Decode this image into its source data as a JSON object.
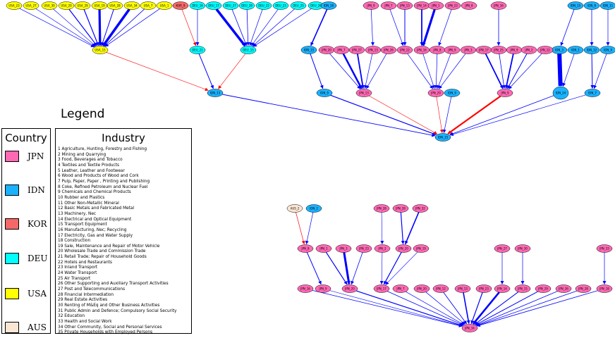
{
  "legend": {
    "title": "Legend"
  },
  "country_legend": {
    "title": "Country",
    "items": [
      {
        "label": "JPN",
        "color": "#ff69b4"
      },
      {
        "label": "IDN",
        "color": "#1ab2ff"
      },
      {
        "label": "KOR",
        "color": "#f56868"
      },
      {
        "label": "DEU",
        "color": "#00ffff"
      },
      {
        "label": "USA",
        "color": "#ffff00"
      },
      {
        "label": "AUS",
        "color": "#fbe6d3"
      }
    ]
  },
  "industry_legend": {
    "title": "Industry",
    "items": [
      "1 Agriculture, Hunting, Forestry and Fishing",
      "2 Mining and Quarrying",
      "3 Food, Beverages and Tobacco",
      "4 Textiles and Textile Products",
      "5 Leather, Leather and Footwear",
      "6 Wood and Products of Wood and Cork",
      "7 Pulp, Paper, Paper , Printing and Publishing",
      "8 Coke, Refined Petroleum and Nuclear Fuel",
      "9 Chemicals and Chemical Products",
      "10 Rubber and Plastics",
      "11 Other Non-Metallic Mineral",
      "12 Basic Metals and Fabricated Metal",
      "13 Machinery, Nec",
      "14 Electrical and Optical Equipment",
      "15 Transport Equipment",
      "16 Manufacturing, Nec; Recycling",
      "17 Electricity, Gas and Water Supply",
      "18 Construction",
      "19 Sale, Maintenance and Repair of Motor Vehicle",
      "20 Wholesale Trade and Commission Trade",
      "21 Retail Trade; Repair of Household Goods",
      "22 Hotels and Restaurants",
      "23 Inland Transport",
      "24 Water Transport",
      "25 Air Transport",
      "26 Other Supporting and Auxiliary Transport Activities",
      "27 Post and Telecommunications",
      "28 Financial Intermediation",
      "29 Real Estate Activities",
      "30 Renting of M&Eq and Other Business Activities",
      "31 Public Admin and Defence; Compulsory Social Security",
      "32 Education",
      "33 Health and Social Work",
      "34 Other Community, Social and Personal Services",
      "35 Private Households with Employed Persons"
    ]
  },
  "graph": {
    "colors": {
      "USA": "#ffff00",
      "DEU": "#00ffff",
      "KOR": "#f56868",
      "IDN": "#1ab2ff",
      "JPN": "#ff69b4",
      "AUS": "#fbe6d3",
      "edge_blue": "#0000ff",
      "edge_red": "#ff0000"
    },
    "nodes": [
      {
        "id": "u1",
        "label": "USA_23",
        "country": "USA"
      },
      {
        "id": "u2",
        "label": "USA_27",
        "country": "USA"
      },
      {
        "id": "u3",
        "label": "USA_30",
        "country": "USA"
      },
      {
        "id": "u4",
        "label": "USA_20",
        "country": "USA"
      },
      {
        "id": "u5",
        "label": "USA_29",
        "country": "USA"
      },
      {
        "id": "u6",
        "label": "USA_19",
        "country": "USA"
      },
      {
        "id": "u7",
        "label": "USA_28",
        "country": "USA"
      },
      {
        "id": "u8",
        "label": "USA_34",
        "country": "USA"
      },
      {
        "id": "u9",
        "label": "USA_7",
        "country": "USA"
      },
      {
        "id": "u10",
        "label": "USA_1",
        "country": "USA"
      },
      {
        "id": "u11",
        "label": "USA_15",
        "country": "USA"
      },
      {
        "id": "k1",
        "label": "KOR_9",
        "country": "KOR"
      },
      {
        "id": "d1",
        "label": "DEU_16",
        "country": "DEU"
      },
      {
        "id": "d2",
        "label": "DEU_17",
        "country": "DEU"
      },
      {
        "id": "d3",
        "label": "DEU_27",
        "country": "DEU"
      },
      {
        "id": "d4",
        "label": "DEU_28",
        "country": "DEU"
      },
      {
        "id": "d5",
        "label": "DEU_22",
        "country": "DEU"
      },
      {
        "id": "d6",
        "label": "DEU_23",
        "country": "DEU"
      },
      {
        "id": "d7",
        "label": "DEU_25",
        "country": "DEU"
      },
      {
        "id": "d8",
        "label": "DEU_26",
        "country": "DEU"
      },
      {
        "id": "d9",
        "label": "DEU_21",
        "country": "DEU"
      },
      {
        "id": "d10",
        "label": "DEU_15",
        "country": "DEU"
      },
      {
        "id": "i1",
        "label": "IDN_20",
        "country": "IDN"
      },
      {
        "id": "i2",
        "label": "IDN_15",
        "country": "IDN"
      },
      {
        "id": "i3",
        "label": "IDN_13",
        "country": "IDN"
      },
      {
        "id": "i4",
        "label": "IDN_9",
        "country": "IDN"
      },
      {
        "id": "i5",
        "label": "IDN_9",
        "country": "IDN"
      },
      {
        "id": "i6",
        "label": "IDN_15",
        "country": "IDN"
      },
      {
        "id": "i7",
        "label": "IDN_15",
        "country": "IDN"
      },
      {
        "id": "i8",
        "label": "IDN_8",
        "country": "IDN"
      },
      {
        "id": "i9",
        "label": "IDN_11",
        "country": "IDN"
      },
      {
        "id": "i10",
        "label": "IDN_3",
        "country": "IDN"
      },
      {
        "id": "i11",
        "label": "IDN_1",
        "country": "IDN"
      },
      {
        "id": "i12",
        "label": "IDN_12",
        "country": "IDN"
      },
      {
        "id": "i13",
        "label": "IDN_9",
        "country": "IDN"
      },
      {
        "id": "i14",
        "label": "IDN_24",
        "country": "IDN"
      },
      {
        "id": "i15",
        "label": "IDN_7",
        "country": "IDN"
      },
      {
        "id": "i16",
        "label": "IDN_13",
        "country": "IDN"
      },
      {
        "id": "i17",
        "label": "IDN_8",
        "country": "IDN"
      },
      {
        "id": "i18",
        "label": "IDN_16",
        "country": "IDN"
      },
      {
        "id": "j1",
        "label": "JPN_9",
        "country": "JPN"
      },
      {
        "id": "j2",
        "label": "JPN_7",
        "country": "JPN"
      },
      {
        "id": "j3",
        "label": "JPN_13",
        "country": "JPN"
      },
      {
        "id": "j4",
        "label": "JPN_14",
        "country": "JPN"
      },
      {
        "id": "j5",
        "label": "JPN_1",
        "country": "JPN"
      },
      {
        "id": "j6",
        "label": "JPN_23",
        "country": "JPN"
      },
      {
        "id": "j7",
        "label": "JPN_8",
        "country": "JPN"
      },
      {
        "id": "j8",
        "label": "JPN_16",
        "country": "JPN"
      },
      {
        "id": "j9",
        "label": "JPN_20",
        "country": "JPN"
      },
      {
        "id": "j10",
        "label": "JPN_7",
        "country": "JPN"
      },
      {
        "id": "j11",
        "label": "JPN_27",
        "country": "JPN"
      },
      {
        "id": "j12",
        "label": "JPN_13",
        "country": "JPN"
      },
      {
        "id": "j13",
        "label": "JPN_26",
        "country": "JPN"
      },
      {
        "id": "j14",
        "label": "JPN_12",
        "country": "JPN"
      },
      {
        "id": "j15",
        "label": "JPN_16",
        "country": "JPN"
      },
      {
        "id": "j16",
        "label": "JPN_8",
        "country": "JPN"
      },
      {
        "id": "j17",
        "label": "JPN_9",
        "country": "JPN"
      },
      {
        "id": "j18",
        "label": "JPN_3",
        "country": "JPN"
      },
      {
        "id": "j19",
        "label": "JPN_17",
        "country": "JPN"
      },
      {
        "id": "j20",
        "label": "JPN_25",
        "country": "JPN"
      },
      {
        "id": "j21",
        "label": "JPN_9",
        "country": "JPN"
      },
      {
        "id": "j22",
        "label": "JPN_2",
        "country": "JPN"
      },
      {
        "id": "j23",
        "label": "JPN_12",
        "country": "JPN"
      },
      {
        "id": "j24",
        "label": "JPN_13",
        "country": "JPN"
      },
      {
        "id": "j25",
        "label": "JPN_29",
        "country": "JPN"
      },
      {
        "id": "j26",
        "label": "JPN_9",
        "country": "JPN"
      },
      {
        "id": "j27",
        "label": "JPN_14",
        "country": "JPN"
      },
      {
        "id": "j28",
        "label": "JPN_11",
        "country": "JPN"
      },
      {
        "id": "j29",
        "label": "JPN_12",
        "country": "JPN"
      },
      {
        "id": "j30",
        "label": "JPN_9",
        "country": "JPN"
      },
      {
        "id": "j31",
        "label": "JPN_13",
        "country": "JPN"
      },
      {
        "id": "j32",
        "label": "JPN_15",
        "country": "JPN"
      },
      {
        "id": "b_aus",
        "label": "AUS_2",
        "country": "AUS"
      },
      {
        "id": "b_idn",
        "label": "IDN_2",
        "country": "IDN"
      },
      {
        "id": "b1",
        "label": "JPN_28",
        "country": "JPN"
      },
      {
        "id": "b2",
        "label": "JPN_28",
        "country": "JPN"
      },
      {
        "id": "b3",
        "label": "JPN_32",
        "country": "JPN"
      },
      {
        "id": "b4",
        "label": "JPN_8",
        "country": "JPN"
      },
      {
        "id": "b5",
        "label": "JPN_1",
        "country": "JPN"
      },
      {
        "id": "b6",
        "label": "JPN_3",
        "country": "JPN"
      },
      {
        "id": "b7",
        "label": "JPN_23",
        "country": "JPN"
      },
      {
        "id": "b8",
        "label": "JPN_2",
        "country": "JPN"
      },
      {
        "id": "b9",
        "label": "JPN_20",
        "country": "JPN"
      },
      {
        "id": "b10",
        "label": "JPN_19",
        "country": "JPN"
      },
      {
        "id": "b11",
        "label": "JPN_27",
        "country": "JPN"
      },
      {
        "id": "b12",
        "label": "JPN_30",
        "country": "JPN"
      },
      {
        "id": "b13",
        "label": "JPN_33",
        "country": "JPN"
      },
      {
        "id": "b14",
        "label": "JPN_9",
        "country": "JPN"
      },
      {
        "id": "b15",
        "label": "JPN_20",
        "country": "JPN"
      },
      {
        "id": "b16",
        "label": "JPN_17",
        "country": "JPN"
      },
      {
        "id": "b17",
        "label": "JPN_7",
        "country": "JPN"
      },
      {
        "id": "b18",
        "label": "JPN_20",
        "country": "JPN"
      },
      {
        "id": "b19",
        "label": "JPN_12",
        "country": "JPN"
      },
      {
        "id": "b20",
        "label": "JPN_13",
        "country": "JPN"
      },
      {
        "id": "b21",
        "label": "JPN_23",
        "country": "JPN"
      },
      {
        "id": "b22",
        "label": "JPN_14",
        "country": "JPN"
      },
      {
        "id": "b23",
        "label": "JPN_15",
        "country": "JPN"
      },
      {
        "id": "b24",
        "label": "JPN_29",
        "country": "JPN"
      },
      {
        "id": "b25",
        "label": "JPN_26",
        "country": "JPN"
      },
      {
        "id": "b26",
        "label": "JPN_28",
        "country": "JPN"
      },
      {
        "id": "b27",
        "label": "JPN_18",
        "country": "JPN"
      },
      {
        "id": "b28",
        "label": "JPN_16",
        "country": "JPN"
      },
      {
        "id": "b29",
        "label": "JPN_34",
        "country": "JPN"
      }
    ]
  }
}
